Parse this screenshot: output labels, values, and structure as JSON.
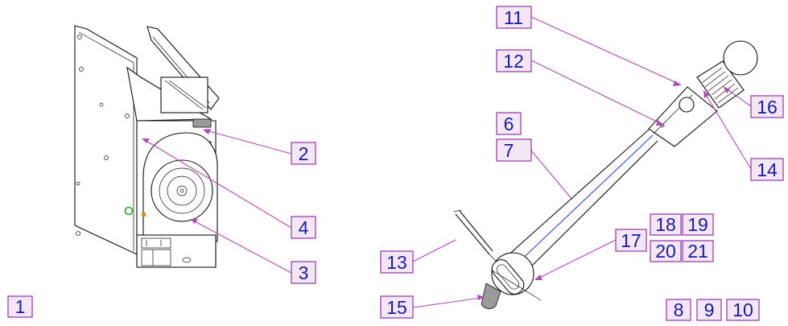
{
  "callouts": {
    "c1": "1",
    "c2": "2",
    "c3": "3",
    "c4": "4",
    "c6": "6",
    "c7": "7",
    "c8": "8",
    "c9": "9",
    "c10": "10",
    "c11": "11",
    "c12": "12",
    "c13": "13",
    "c14": "14",
    "c15": "15",
    "c16": "16",
    "c17": "17",
    "c18": "18",
    "c19": "19",
    "c20": "20",
    "c21": "21"
  },
  "colors": {
    "callout_fill": "#f3e6f5",
    "callout_border": "#a050b0",
    "callout_text": "#1a1aa6",
    "leader_line": "#b04ab8",
    "handle_centerline": "#3b4fd8"
  }
}
